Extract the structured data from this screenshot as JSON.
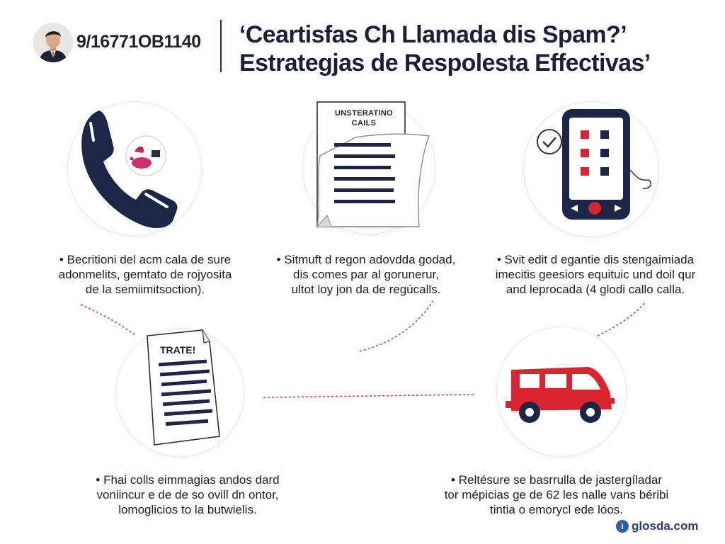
{
  "header": {
    "phone_number": "9/16771OB1140",
    "title_line1": "‘Ceartisfas Ch Llamada dis Spam?’",
    "title_line2": "Estrategjas de Respolesta Effectivas’"
  },
  "icons": {
    "phone": "phone-handset-icon",
    "document": "document-list-icon",
    "smartphone": "smartphone-icon",
    "report": "report-document-icon",
    "van": "van-icon",
    "check": "checkmark-icon"
  },
  "documents": {
    "top_label_line1": "UNSTERATINO",
    "top_label_line2": "CAILS",
    "bottom_label": "TRATE!"
  },
  "captions": {
    "c1": [
      "• Becritioni del acm cala de sure",
      "adonmelits, gemtato de rojyosita",
      "de la semiimitsoction)."
    ],
    "c2": [
      "• Sitmuft d regon adovdda godad,",
      "dis comes par al gorunerur,",
      "ultot loy jon da de regúcalls."
    ],
    "c3": [
      "• Svit edit d egantie dis stengaimiada",
      "imecitis geesiors equituic und doil qur",
      "and leprocada (4 glodi callo calla."
    ],
    "c4": [
      "• Fhai colls eimmagias andos dard",
      "voniincur e de de so ovill dn ontor,",
      "lomoglicios to la butwielis."
    ],
    "c5": [
      "• Reltésure se basrrulla de jastergíladar",
      "tor mépicias ge de 62 les nalle vans béribi",
      "tintia o emorycl ede lóos."
    ]
  },
  "brand": {
    "icon_glyph": "i",
    "name": "glosda.com"
  },
  "colors": {
    "navy": "#1c2647",
    "red": "#d9262e",
    "connector": "#c9404a"
  }
}
